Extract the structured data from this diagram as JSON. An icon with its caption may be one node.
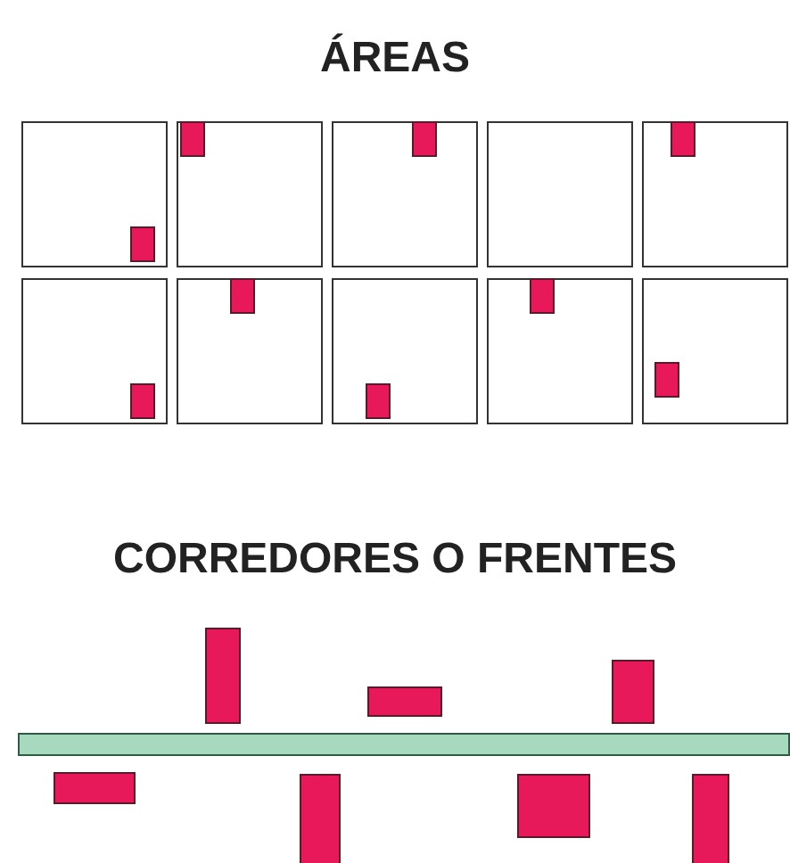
{
  "diagram": {
    "title": "ÁREAS",
    "nodes": [
      {
        "text": [],
        "shape": "box"
      },
      {
        "text": [],
        "shape": "box",
        "in": 0
      },
      {
        "text": [],
        "shape": "box"
      },
      {
        "text": [],
        "shape": "box",
        "in": 2
      },
      {
        "text": [],
        "shape": "box"
      },
      {
        "text": [],
        "shape": "box",
        "in": 4
      },
      {
        "text": [],
        "shape": "box"
      },
      {
        "text": [],
        "shape": "box"
      },
      {
        "text": [],
        "shape": "box",
        "in": 7
      },
      {
        "text": [],
        "shape": "box"
      },
      {
        "text": [],
        "shape": "box",
        "in": 9
      },
      {
        "text": [],
        "shape": "box"
      },
      {
        "text": [],
        "shape": "box",
        "in": 11
      },
      {
        "text": [],
        "shape": "box"
      },
      {
        "text": [],
        "shape": "box",
        "in": 13
      },
      {
        "text": [],
        "shape": "box"
      },
      {
        "text": [],
        "shape": "box",
        "in": 15
      },
      {
        "text": [],
        "shape": "box"
      },
      {
        "text": [],
        "shape": "box",
        "in": 17
      },
      {
        "text": [],
        "shape": "box"
      },
      {
        "text": [],
        "shape": "box"
      },
      {
        "text": [],
        "shape": "box"
      },
      {
        "text": [],
        "shape": "bar"
      },
      {
        "text": [],
        "shape": "box"
      },
      {
        "text": [],
        "shape": "box"
      },
      {
        "text": [],
        "shape": "box"
      },
      {
        "text": [],
        "shape": "box"
      }
    ],
    "labels": [
      "CORREDORES O FRENTES"
    ]
  }
}
